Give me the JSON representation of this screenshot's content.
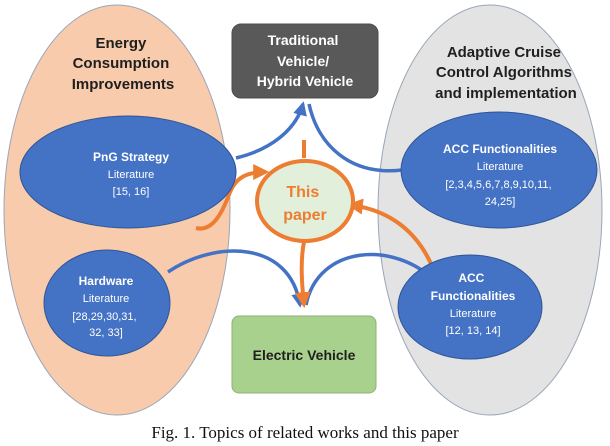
{
  "left_group": {
    "title": [
      "Energy",
      "Consumption",
      "Improvements"
    ],
    "nodes": [
      {
        "title": "PnG Strategy",
        "sub": "Literature",
        "refs": [
          "[15, 16]"
        ]
      },
      {
        "title": "Hardware",
        "sub": "Literature",
        "refs": [
          "[28,29,30,31,",
          "32, 33]"
        ]
      }
    ]
  },
  "right_group": {
    "title": [
      "Adaptive Cruise",
      "Control Algorithms",
      "and implementation"
    ],
    "nodes": [
      {
        "title": "ACC Functionalities",
        "sub": "Literature",
        "refs": [
          "[2,3,4,5,6,7,8,9,10,11,",
          "24,25]"
        ]
      },
      {
        "title": [
          "ACC",
          "Functionalities"
        ],
        "sub": "Literature",
        "refs": [
          "[12, 13, 14]"
        ]
      }
    ]
  },
  "top_box": {
    "lines": [
      "Traditional",
      "Vehicle/",
      "Hybrid Vehicle"
    ]
  },
  "center": {
    "lines": [
      "This",
      "paper"
    ]
  },
  "bottom_box": {
    "label": "Electric Vehicle"
  },
  "caption": "Fig. 1. Topics of related works and this paper",
  "colors": {
    "left_fill": "#f8cbad",
    "right_fill": "#e3e3e3",
    "node_fill": "#4472c4",
    "top_box_fill": "#595959",
    "bottom_box_fill": "#a9d18e",
    "center_fill": "#e2efda",
    "accent": "#ed7d31",
    "blue_arrow": "#4472c4",
    "title_text": "#1f1f1f"
  }
}
